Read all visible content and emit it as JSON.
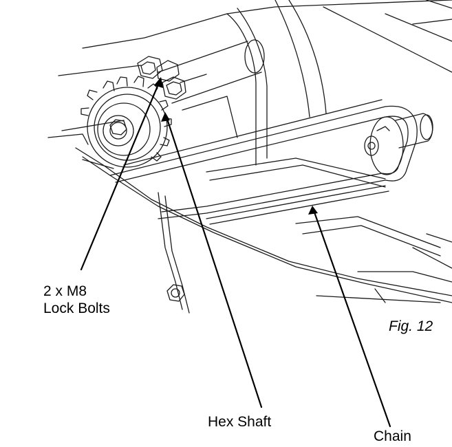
{
  "figure": {
    "caption": "Fig. 12"
  },
  "callouts": {
    "lock_bolts_line1": "2 x M8",
    "lock_bolts_line2": "Lock Bolts",
    "hex_shaft": "Hex Shaft",
    "chain": "Chain"
  },
  "colors": {
    "line": "#000000",
    "background": "#ffffff"
  }
}
